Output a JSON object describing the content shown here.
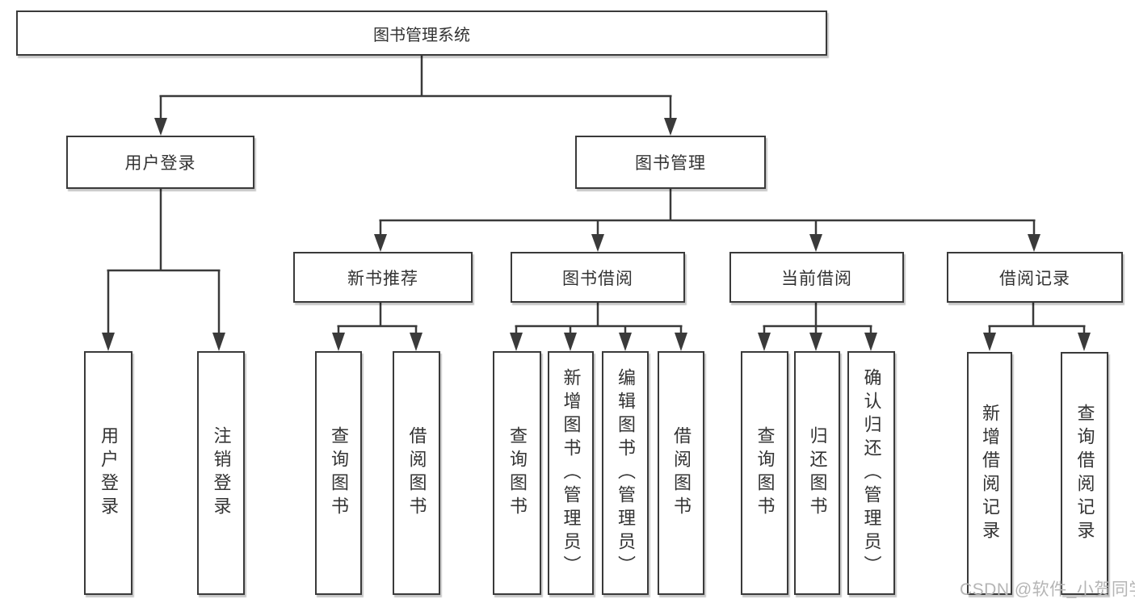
{
  "diagram": {
    "root": {
      "label": "图书管理系统"
    },
    "level2": [
      {
        "label": "用户登录"
      },
      {
        "label": "图书管理"
      }
    ],
    "level3": [
      {
        "label": "新书推荐",
        "parent": "图书管理"
      },
      {
        "label": "图书借阅",
        "parent": "图书管理"
      },
      {
        "label": "当前借阅",
        "parent": "图书管理"
      },
      {
        "label": "借阅记录",
        "parent": "图书管理"
      }
    ],
    "leaves": [
      {
        "label": "用户登录",
        "parent": "用户登录"
      },
      {
        "label": "注销登录",
        "parent": "用户登录"
      },
      {
        "label": "查询图书",
        "parent": "新书推荐"
      },
      {
        "label": "借阅图书",
        "parent": "新书推荐"
      },
      {
        "label": "查询图书",
        "parent": "图书借阅"
      },
      {
        "label": "新增图书（管理员）",
        "parent": "图书借阅"
      },
      {
        "label": "编辑图书（管理员）",
        "parent": "图书借阅"
      },
      {
        "label": "借阅图书",
        "parent": "图书借阅"
      },
      {
        "label": "查询图书",
        "parent": "当前借阅"
      },
      {
        "label": "归还图书",
        "parent": "当前借阅"
      },
      {
        "label": "确认归还（管理员）",
        "parent": "当前借阅"
      },
      {
        "label": "新增借阅记录",
        "parent": "借阅记录"
      },
      {
        "label": "查询借阅记录",
        "parent": "借阅记录"
      }
    ]
  },
  "watermark": {
    "text": "CSDN @软件_小贺同学"
  },
  "colors": {
    "line": "#3a3a3a",
    "text": "#333333",
    "background": "#ffffff",
    "watermark": "#b5b5b5"
  }
}
